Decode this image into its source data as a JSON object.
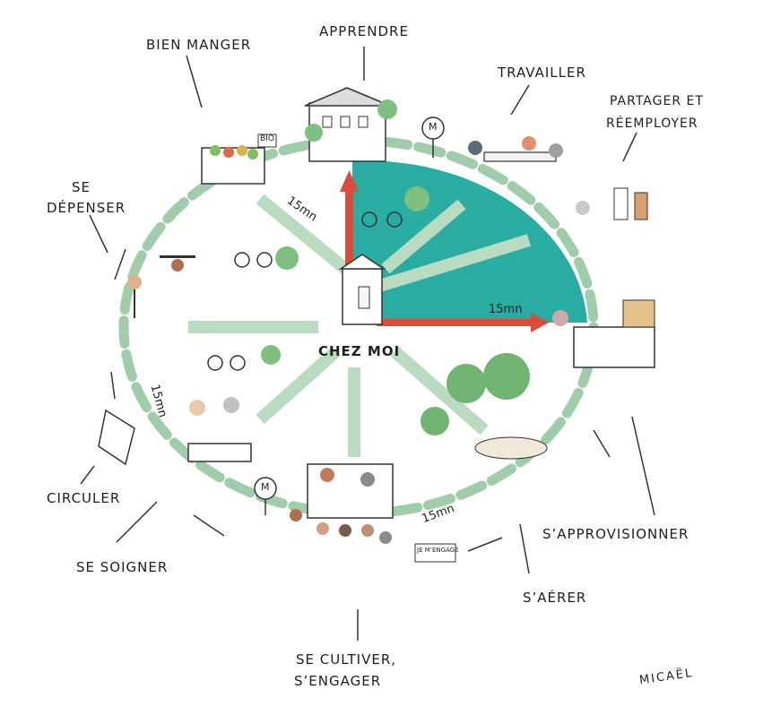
{
  "hub": {
    "label": "CHEZ MOI"
  },
  "functions": {
    "apprendre": "APPRENDRE",
    "bien_manger": "BIEN MANGER",
    "travailler": "TRAVAILLER",
    "partager_line1": "PARTAGER ET",
    "partager_line2": "RÉEMPLOYER",
    "se_depenser_line1": "SE",
    "se_depenser_line2": "DÉPENSER",
    "circuler": "CIRCULER",
    "se_soigner": "SE SOIGNER",
    "se_cultiver_line1": "SE CULTIVER,",
    "se_cultiver_line2": "S’ENGAGER",
    "s_aerer": "S’AÉRER",
    "s_approvisionner": "S’APPROVISIONNER"
  },
  "distance_labels": {
    "top_left": "15mn",
    "right": "15mn",
    "left": "15mn",
    "bottom": "15mn"
  },
  "signs": {
    "metro_symbol": "M",
    "bio_sign": "BIO",
    "je_m_engage": "JE M’ENGAGE"
  },
  "signature": "MICAËL",
  "colors": {
    "teal_quarter": "#1ea89c",
    "ring_dash": "#9fcdaa",
    "arrow_red": "#dd4b3a",
    "path_green": "#b9dcc0"
  }
}
